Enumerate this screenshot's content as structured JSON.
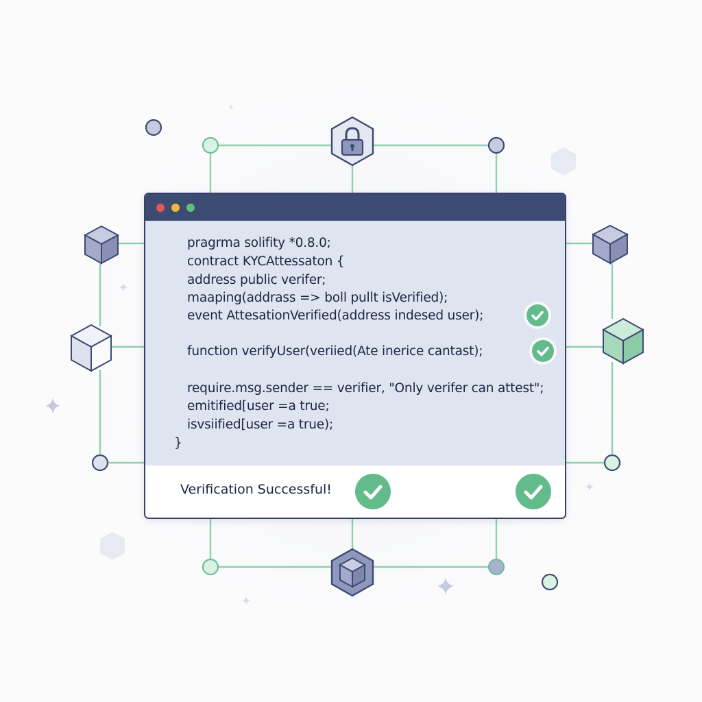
{
  "window": {
    "title_dots": [
      {
        "name": "close",
        "color": "#e3585a"
      },
      {
        "name": "minimize",
        "color": "#efb93f"
      },
      {
        "name": "maximize",
        "color": "#5fbf7e"
      }
    ]
  },
  "code": {
    "lines": [
      "pragrma solifity *0.8.0;",
      "contract KYCAttessaton {",
      "address public verifer;",
      "maaping(addrass => boll pullt isVerified);",
      "event AttesationVerified(address indesed user);",
      "function verifyUser(veriied(Ate inerice cantast);",
      "require.msg.sender == verifier, \"Only verifer can attest\";",
      "emitified[user =a true;",
      "isvsiified[user =a true);",
      "}"
    ]
  },
  "footer": {
    "status_text": "Verification Successful!"
  },
  "colors": {
    "accent_green": "#63bb8c",
    "navy": "#3d4a72",
    "line_green": "#8fd1ab",
    "code_bg": "#dfe4f1"
  },
  "icons": {
    "top_node": "lock-icon",
    "bottom_node": "cube-icon",
    "status": "check-icon"
  }
}
